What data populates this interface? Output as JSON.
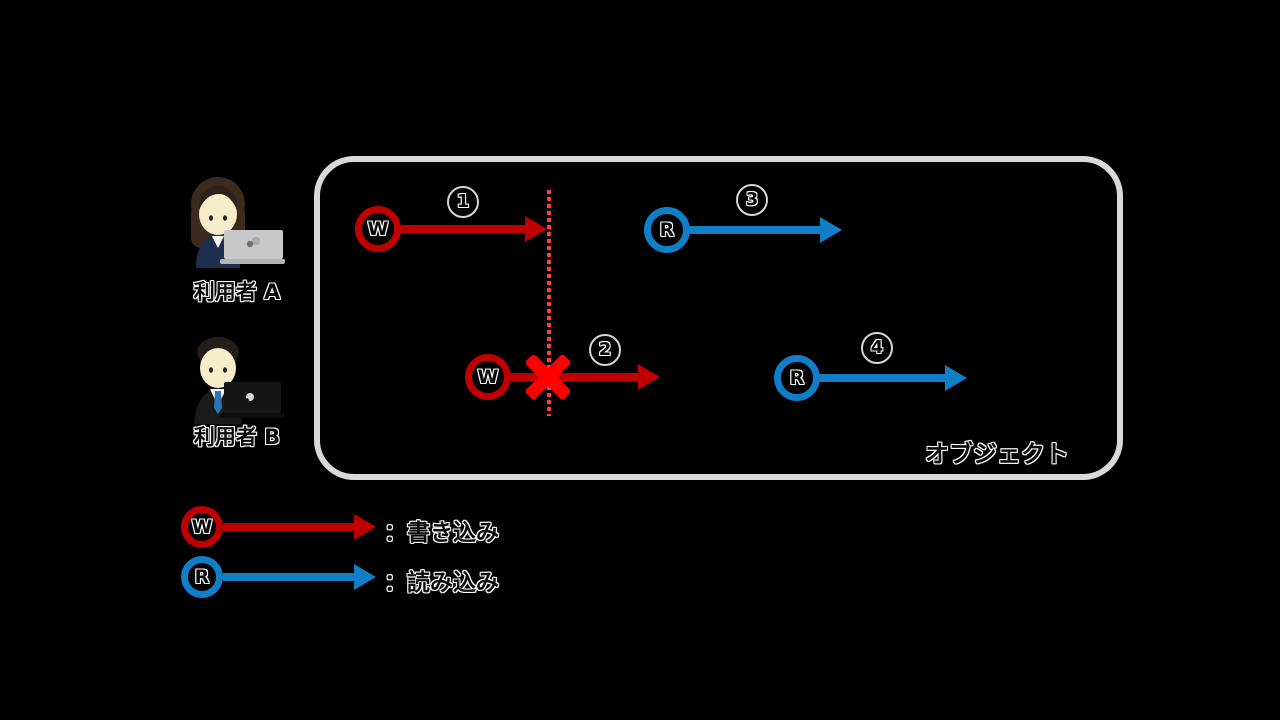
{
  "colors": {
    "bg": "#000000",
    "write": "#c00000",
    "read": "#137ec8",
    "block_x": "#ff0000",
    "dotted": "#ff4040",
    "box_border": "#d9d9d9",
    "text_outline": "#ffffff"
  },
  "users": [
    {
      "id": "user-a",
      "label": "利用者 A",
      "icon": "woman-with-laptop-icon"
    },
    {
      "id": "user-b",
      "label": "利用者 B",
      "icon": "man-with-laptop-icon"
    }
  ],
  "object_box": {
    "label": "オブジェクト"
  },
  "operations": [
    {
      "number": "1",
      "symbol": "W",
      "type": "write",
      "blocked": false
    },
    {
      "number": "2",
      "symbol": "W",
      "type": "write",
      "blocked": true
    },
    {
      "number": "3",
      "symbol": "R",
      "type": "read",
      "blocked": false
    },
    {
      "number": "4",
      "symbol": "R",
      "type": "read",
      "blocked": false
    }
  ],
  "legend": {
    "items": [
      {
        "symbol": "W",
        "type": "write",
        "label": "：書き込み"
      },
      {
        "symbol": "R",
        "type": "read",
        "label": "：読み込み"
      }
    ]
  }
}
